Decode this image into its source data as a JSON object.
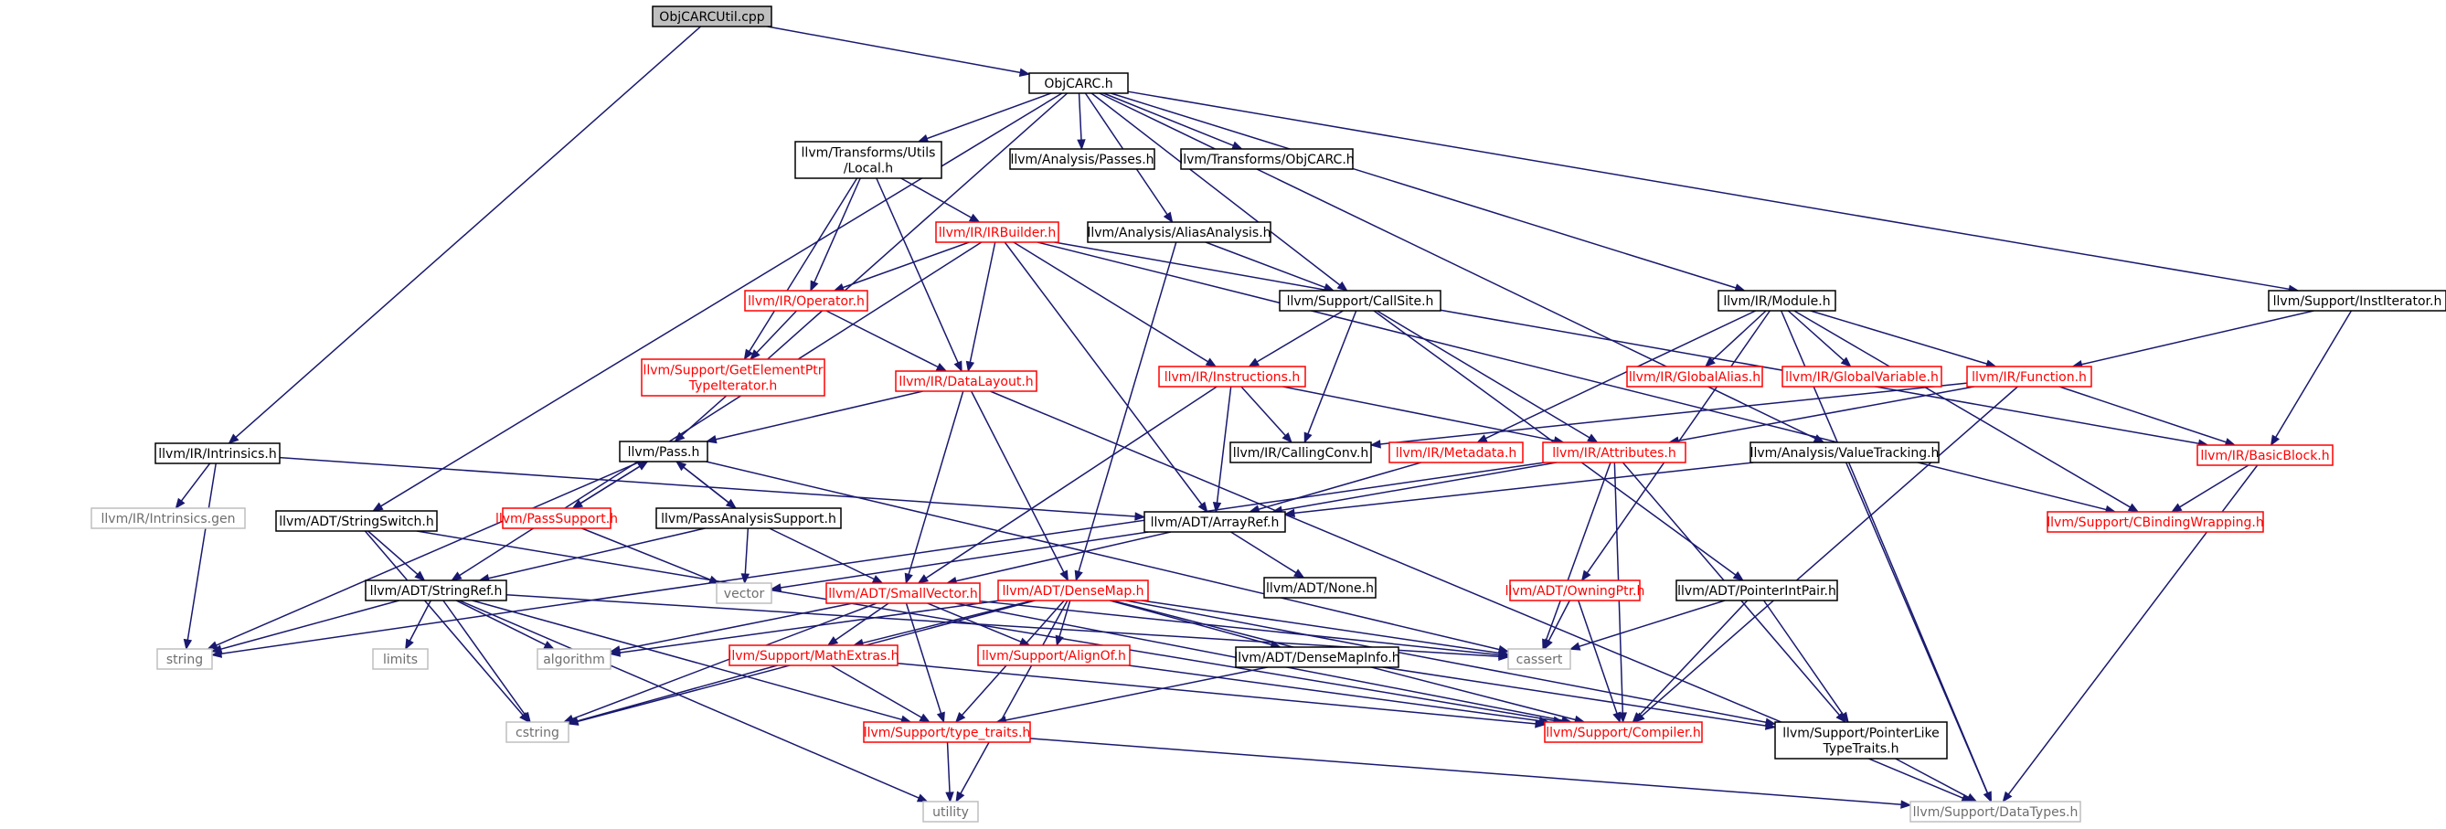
{
  "colors": {
    "edge": "#191970",
    "border_black": "#000000",
    "border_red": "#ff0000",
    "border_gray": "#bfbfbf",
    "text_black": "#000000",
    "text_red": "#ff0000",
    "text_gray": "#6e6e6e",
    "root_fill": "#bfbfbf"
  },
  "nodes": [
    {
      "id": "objcarcutil",
      "lines": [
        "ObjCARCUtil.cpp"
      ],
      "style": "root"
    },
    {
      "id": "objcarc",
      "lines": [
        "ObjCARC.h"
      ],
      "style": "black"
    },
    {
      "id": "intrinsics",
      "lines": [
        "llvm/IR/Intrinsics.h"
      ],
      "style": "black"
    },
    {
      "id": "transforms_local",
      "lines": [
        "llvm/Transforms/Utils",
        "/Local.h"
      ],
      "style": "black"
    },
    {
      "id": "analysis_passes",
      "lines": [
        "llvm/Analysis/Passes.h"
      ],
      "style": "black"
    },
    {
      "id": "transforms_objcarc",
      "lines": [
        "llvm/Transforms/ObjCARC.h"
      ],
      "style": "black"
    },
    {
      "id": "aliasanalysis",
      "lines": [
        "llvm/Analysis/AliasAnalysis.h"
      ],
      "style": "black"
    },
    {
      "id": "irbuilder",
      "lines": [
        "llvm/IR/IRBuilder.h"
      ],
      "style": "red"
    },
    {
      "id": "operator",
      "lines": [
        "llvm/IR/Operator.h"
      ],
      "style": "red"
    },
    {
      "id": "getelementptr",
      "lines": [
        "llvm/Support/GetElementPtr",
        "TypeIterator.h"
      ],
      "style": "red"
    },
    {
      "id": "datalayout",
      "lines": [
        "llvm/IR/DataLayout.h"
      ],
      "style": "red"
    },
    {
      "id": "callsite",
      "lines": [
        "llvm/Support/CallSite.h"
      ],
      "style": "black"
    },
    {
      "id": "instructions",
      "lines": [
        "llvm/IR/Instructions.h"
      ],
      "style": "red"
    },
    {
      "id": "module",
      "lines": [
        "llvm/IR/Module.h"
      ],
      "style": "black"
    },
    {
      "id": "globalalias",
      "lines": [
        "llvm/IR/GlobalAlias.h"
      ],
      "style": "red"
    },
    {
      "id": "globalvariable",
      "lines": [
        "llvm/IR/GlobalVariable.h"
      ],
      "style": "red"
    },
    {
      "id": "function",
      "lines": [
        "llvm/IR/Function.h"
      ],
      "style": "red"
    },
    {
      "id": "institerator",
      "lines": [
        "llvm/Support/InstIterator.h"
      ],
      "style": "black"
    },
    {
      "id": "basicblock",
      "lines": [
        "llvm/IR/BasicBlock.h"
      ],
      "style": "red"
    },
    {
      "id": "cbinding",
      "lines": [
        "llvm/Support/CBindingWrapping.h"
      ],
      "style": "red"
    },
    {
      "id": "pass",
      "lines": [
        "llvm/Pass.h"
      ],
      "style": "black"
    },
    {
      "id": "passsupport",
      "lines": [
        "llvm/PassSupport.h"
      ],
      "style": "red"
    },
    {
      "id": "passanalysis",
      "lines": [
        "llvm/PassAnalysisSupport.h"
      ],
      "style": "black"
    },
    {
      "id": "callingconv",
      "lines": [
        "llvm/IR/CallingConv.h"
      ],
      "style": "black"
    },
    {
      "id": "metadata",
      "lines": [
        "llvm/IR/Metadata.h"
      ],
      "style": "red"
    },
    {
      "id": "attributes",
      "lines": [
        "llvm/IR/Attributes.h"
      ],
      "style": "red"
    },
    {
      "id": "valuetracking",
      "lines": [
        "llvm/Analysis/ValueTracking.h"
      ],
      "style": "black"
    },
    {
      "id": "intrinsics_gen",
      "lines": [
        "llvm/IR/Intrinsics.gen"
      ],
      "style": "gray"
    },
    {
      "id": "stringswitch",
      "lines": [
        "llvm/ADT/StringSwitch.h"
      ],
      "style": "black"
    },
    {
      "id": "arrayref",
      "lines": [
        "llvm/ADT/ArrayRef.h"
      ],
      "style": "black"
    },
    {
      "id": "none",
      "lines": [
        "llvm/ADT/None.h"
      ],
      "style": "black"
    },
    {
      "id": "stringref",
      "lines": [
        "llvm/ADT/StringRef.h"
      ],
      "style": "black"
    },
    {
      "id": "vector",
      "lines": [
        "vector"
      ],
      "style": "gray"
    },
    {
      "id": "smallvector",
      "lines": [
        "llvm/ADT/SmallVector.h"
      ],
      "style": "red"
    },
    {
      "id": "densemap",
      "lines": [
        "llvm/ADT/DenseMap.h"
      ],
      "style": "red"
    },
    {
      "id": "owningptr",
      "lines": [
        "llvm/ADT/OwningPtr.h"
      ],
      "style": "red"
    },
    {
      "id": "pointerintpair",
      "lines": [
        "llvm/ADT/PointerIntPair.h"
      ],
      "style": "black"
    },
    {
      "id": "string",
      "lines": [
        "string"
      ],
      "style": "gray"
    },
    {
      "id": "limits",
      "lines": [
        "limits"
      ],
      "style": "gray"
    },
    {
      "id": "algorithm",
      "lines": [
        "algorithm"
      ],
      "style": "gray"
    },
    {
      "id": "cassert",
      "lines": [
        "cassert"
      ],
      "style": "gray"
    },
    {
      "id": "mathextras",
      "lines": [
        "llvm/Support/MathExtras.h"
      ],
      "style": "red"
    },
    {
      "id": "alignof",
      "lines": [
        "llvm/Support/AlignOf.h"
      ],
      "style": "red"
    },
    {
      "id": "densemapinfo",
      "lines": [
        "llvm/ADT/DenseMapInfo.h"
      ],
      "style": "black"
    },
    {
      "id": "cstring",
      "lines": [
        "cstring"
      ],
      "style": "gray"
    },
    {
      "id": "typetraits",
      "lines": [
        "llvm/Support/type_traits.h"
      ],
      "style": "red"
    },
    {
      "id": "compiler",
      "lines": [
        "llvm/Support/Compiler.h"
      ],
      "style": "red"
    },
    {
      "id": "pointerlike",
      "lines": [
        "llvm/Support/PointerLike",
        "TypeTraits.h"
      ],
      "style": "black"
    },
    {
      "id": "utility",
      "lines": [
        "utility"
      ],
      "style": "gray"
    },
    {
      "id": "datatypes",
      "lines": [
        "llvm/Support/DataTypes.h"
      ],
      "style": "gray"
    }
  ],
  "edges": [
    [
      "objcarcutil",
      "objcarc"
    ],
    [
      "objcarcutil",
      "intrinsics"
    ],
    [
      "objcarc",
      "transforms_local"
    ],
    [
      "objcarc",
      "analysis_passes"
    ],
    [
      "objcarc",
      "transforms_objcarc"
    ],
    [
      "objcarc",
      "aliasanalysis"
    ],
    [
      "objcarc",
      "callsite"
    ],
    [
      "objcarc",
      "module"
    ],
    [
      "objcarc",
      "institerator"
    ],
    [
      "objcarc",
      "pass"
    ],
    [
      "objcarc",
      "stringswitch"
    ],
    [
      "objcarc",
      "valuetracking"
    ],
    [
      "transforms_local",
      "irbuilder"
    ],
    [
      "transforms_local",
      "operator"
    ],
    [
      "transforms_local",
      "getelementptr"
    ],
    [
      "transforms_local",
      "datalayout"
    ],
    [
      "irbuilder",
      "operator"
    ],
    [
      "irbuilder",
      "datalayout"
    ],
    [
      "irbuilder",
      "instructions"
    ],
    [
      "irbuilder",
      "arrayref"
    ],
    [
      "irbuilder",
      "stringref"
    ],
    [
      "irbuilder",
      "basicblock"
    ],
    [
      "irbuilder",
      "cbinding"
    ],
    [
      "operator",
      "getelementptr"
    ],
    [
      "operator",
      "datalayout"
    ],
    [
      "datalayout",
      "pass"
    ],
    [
      "datalayout",
      "smallvector"
    ],
    [
      "datalayout",
      "densemap"
    ],
    [
      "datalayout",
      "datatypes"
    ],
    [
      "aliasanalysis",
      "callsite"
    ],
    [
      "aliasanalysis",
      "densemap"
    ],
    [
      "callsite",
      "instructions"
    ],
    [
      "callsite",
      "callingconv"
    ],
    [
      "callsite",
      "attributes"
    ],
    [
      "callsite",
      "pointerintpair"
    ],
    [
      "instructions",
      "callingconv"
    ],
    [
      "instructions",
      "attributes"
    ],
    [
      "instructions",
      "arrayref"
    ],
    [
      "instructions",
      "smallvector"
    ],
    [
      "module",
      "globalalias"
    ],
    [
      "module",
      "globalvariable"
    ],
    [
      "module",
      "function"
    ],
    [
      "module",
      "metadata"
    ],
    [
      "module",
      "owningptr"
    ],
    [
      "module",
      "cbinding"
    ],
    [
      "module",
      "datatypes"
    ],
    [
      "institerator",
      "function"
    ],
    [
      "institerator",
      "basicblock"
    ],
    [
      "function",
      "basicblock"
    ],
    [
      "function",
      "attributes"
    ],
    [
      "function",
      "callingconv"
    ],
    [
      "function",
      "compiler"
    ],
    [
      "basicblock",
      "cbinding"
    ],
    [
      "basicblock",
      "datatypes"
    ],
    [
      "metadata",
      "arrayref"
    ],
    [
      "attributes",
      "arrayref"
    ],
    [
      "attributes",
      "string"
    ],
    [
      "attributes",
      "cassert"
    ],
    [
      "attributes",
      "compiler"
    ],
    [
      "attributes",
      "pointerlike"
    ],
    [
      "valuetracking",
      "arrayref"
    ],
    [
      "valuetracking",
      "datatypes"
    ],
    [
      "intrinsics",
      "intrinsics_gen"
    ],
    [
      "intrinsics",
      "string"
    ],
    [
      "intrinsics",
      "arrayref"
    ],
    [
      "pass",
      "passsupport"
    ],
    [
      "pass",
      "passanalysis"
    ],
    [
      "pass",
      "string"
    ],
    [
      "pass",
      "cassert"
    ],
    [
      "passsupport",
      "pass"
    ],
    [
      "passsupport",
      "vector"
    ],
    [
      "passanalysis",
      "pass"
    ],
    [
      "passanalysis",
      "vector"
    ],
    [
      "passanalysis",
      "stringref"
    ],
    [
      "passanalysis",
      "smallvector"
    ],
    [
      "stringswitch",
      "stringref"
    ],
    [
      "stringswitch",
      "cstring"
    ],
    [
      "stringswitch",
      "compiler"
    ],
    [
      "arrayref",
      "none"
    ],
    [
      "arrayref",
      "smallvector"
    ],
    [
      "arrayref",
      "vector"
    ],
    [
      "stringref",
      "string"
    ],
    [
      "stringref",
      "limits"
    ],
    [
      "stringref",
      "algorithm"
    ],
    [
      "stringref",
      "cstring"
    ],
    [
      "stringref",
      "utility"
    ],
    [
      "stringref",
      "cassert"
    ],
    [
      "stringref",
      "typetraits"
    ],
    [
      "smallvector",
      "algorithm"
    ],
    [
      "smallvector",
      "cassert"
    ],
    [
      "smallvector",
      "cstring"
    ],
    [
      "smallvector",
      "mathextras"
    ],
    [
      "smallvector",
      "alignof"
    ],
    [
      "smallvector",
      "compiler"
    ],
    [
      "smallvector",
      "typetraits"
    ],
    [
      "densemap",
      "algorithm"
    ],
    [
      "densemap",
      "cassert"
    ],
    [
      "densemap",
      "mathextras"
    ],
    [
      "densemap",
      "alignof"
    ],
    [
      "densemap",
      "densemapinfo"
    ],
    [
      "densemap",
      "typetraits"
    ],
    [
      "densemap",
      "compiler"
    ],
    [
      "densemap",
      "utility"
    ],
    [
      "densemap",
      "pointerlike"
    ],
    [
      "densemap",
      "cstring"
    ],
    [
      "owningptr",
      "cassert"
    ],
    [
      "owningptr",
      "compiler"
    ],
    [
      "pointerintpair",
      "cassert"
    ],
    [
      "pointerintpair",
      "compiler"
    ],
    [
      "pointerintpair",
      "pointerlike"
    ],
    [
      "mathextras",
      "cstring"
    ],
    [
      "mathextras",
      "typetraits"
    ],
    [
      "mathextras",
      "compiler"
    ],
    [
      "alignof",
      "compiler"
    ],
    [
      "densemapinfo",
      "typetraits"
    ],
    [
      "densemapinfo",
      "pointerlike"
    ],
    [
      "typetraits",
      "utility"
    ],
    [
      "typetraits",
      "datatypes"
    ],
    [
      "pointerlike",
      "datatypes"
    ]
  ]
}
